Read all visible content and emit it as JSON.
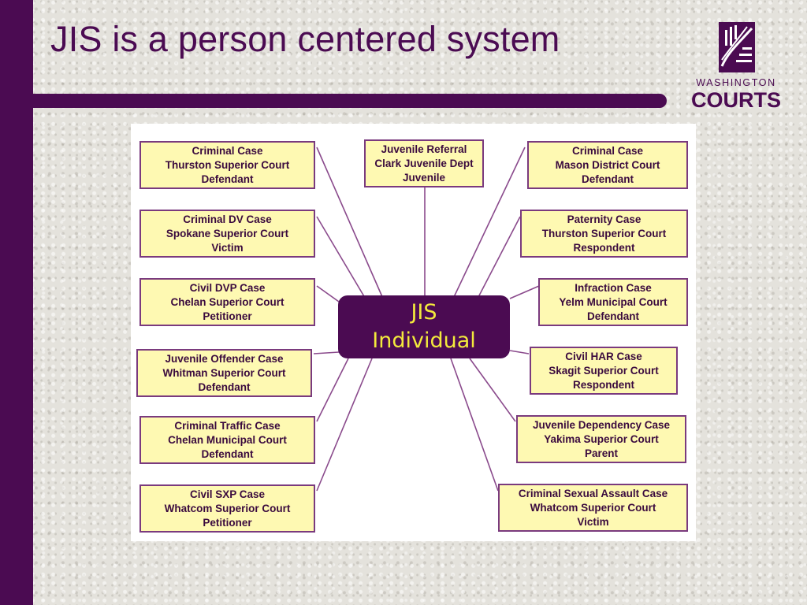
{
  "slide": {
    "title": "JIS is a person centered system"
  },
  "logo": {
    "line1": "WASHINGTON",
    "line2": "COURTS"
  },
  "diagram": {
    "center": {
      "line1": "JIS",
      "line2": "Individual"
    },
    "left_boxes": [
      {
        "case": "Criminal  Case",
        "court": "Thurston Superior Court",
        "role": "Defendant"
      },
      {
        "case": "Criminal DV  Case",
        "court": "Spokane Superior Court",
        "role": "Victim"
      },
      {
        "case": "Civil DVP Case",
        "court": "Chelan Superior Court",
        "role": "Petitioner"
      },
      {
        "case": "Juvenile Offender Case",
        "court": "Whitman Superior Court",
        "role": "Defendant"
      },
      {
        "case": "Criminal Traffic Case",
        "court": "Chelan Municipal Court",
        "role": "Defendant"
      },
      {
        "case": "Civil SXP Case",
        "court": "Whatcom Superior Court",
        "role": "Petitioner"
      }
    ],
    "top_box": {
      "case": "Juvenile Referral",
      "court": "Clark Juvenile Dept",
      "role": "Juvenile"
    },
    "right_boxes": [
      {
        "case": "Criminal Case",
        "court": "Mason District Court",
        "role": "Defendant"
      },
      {
        "case": "Paternity Case",
        "court": "Thurston Superior Court",
        "role": "Respondent"
      },
      {
        "case": "Infraction Case",
        "court": "Yelm  Municipal Court",
        "role": "Defendant"
      },
      {
        "case": "Civil HAR Case",
        "court": "Skagit Superior Court",
        "role": "Respondent"
      },
      {
        "case": "Juvenile Dependency Case",
        "court": "Yakima Superior Court",
        "role": "Parent"
      },
      {
        "case": "Criminal Sexual Assault Case",
        "court": "Whatcom Superior Court",
        "role": "Victim"
      }
    ]
  },
  "colors": {
    "brand_purple": "#4b0b52",
    "box_fill": "#fef9b2",
    "box_border": "#7a3a7e",
    "center_text": "#f3ea3c"
  }
}
